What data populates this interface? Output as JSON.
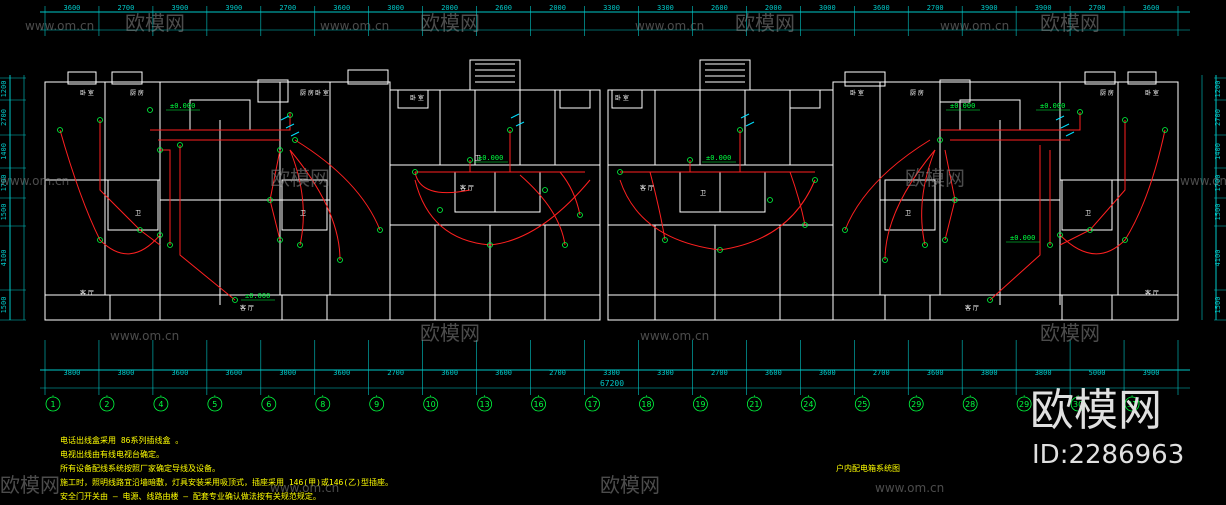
{
  "colors": {
    "background": "#000000",
    "walls": "#ffffff",
    "dimensions": "#00c8c8",
    "wiring": "#ff2020",
    "devices": "#00ff40",
    "notes": "#ffff00",
    "watermark": "#8a8a8a"
  },
  "top_dims": {
    "values": [
      "3600",
      "2700",
      "3900",
      "3900",
      "2700",
      "3600",
      "3000",
      "2000",
      "2600",
      "2000",
      "3300",
      "3300",
      "2600",
      "2000",
      "3000",
      "3600",
      "2700",
      "3900",
      "3900",
      "2700",
      "3600"
    ]
  },
  "bottom_dims": {
    "values": [
      "3800",
      "3800",
      "3600",
      "3600",
      "3000",
      "3600",
      "2700",
      "3600",
      "3600",
      "2700",
      "3300",
      "3300",
      "2700",
      "3600",
      "3600",
      "2700",
      "3600",
      "3800",
      "3800",
      "5000",
      "3900"
    ],
    "total": "67200"
  },
  "left_dims": [
    "1200",
    "2700",
    "1400",
    "1700",
    "1500",
    "4100",
    "1500"
  ],
  "right_dims": [
    "1200",
    "2700",
    "1400",
    "1700",
    "1500",
    "4100",
    "1500"
  ],
  "axes": [
    "1",
    "2",
    "4",
    "5",
    "6",
    "8",
    "9",
    "10",
    "13",
    "16",
    "17",
    "18",
    "19",
    "21",
    "24",
    "25",
    "29",
    "28",
    "29",
    "30",
    "31"
  ],
  "room_labels": [
    "卧 室",
    "厨 房",
    "客 厅",
    "卫",
    "卧 室",
    "厨 房",
    "客 厅",
    "卫",
    "卧 室",
    "客 厅",
    "卫",
    "卧 室",
    "客 厅",
    "卫",
    "卧 室",
    "厨 房",
    "客 厅",
    "卫",
    "卧 室",
    "厨 房",
    "客 厅",
    "卫"
  ],
  "elevation_marks": [
    "±0.000",
    "±0.000",
    "±0.000",
    "±0.000",
    "±0.000",
    "±0.000",
    "±0.000"
  ],
  "notes": [
    "电话出线盒采用 86系列插线盒 。",
    "电视出线由有线电视台确定。",
    "所有设备配线系统按照厂家确定导线及设备。",
    "施工时，照明线路宜沿墙暗敷，灯具安装采用吸顶式，插座采用 146(甲)或146(乙)型插座。",
    "安全门开关由 — 电源、线路由楼 — 配套专业确认做法按有关规范规定。"
  ],
  "drawing_title": "户内配电箱系统图",
  "watermark": {
    "brand": "欧模网",
    "url": "www.om.cn",
    "id_label": "ID:2286963"
  }
}
